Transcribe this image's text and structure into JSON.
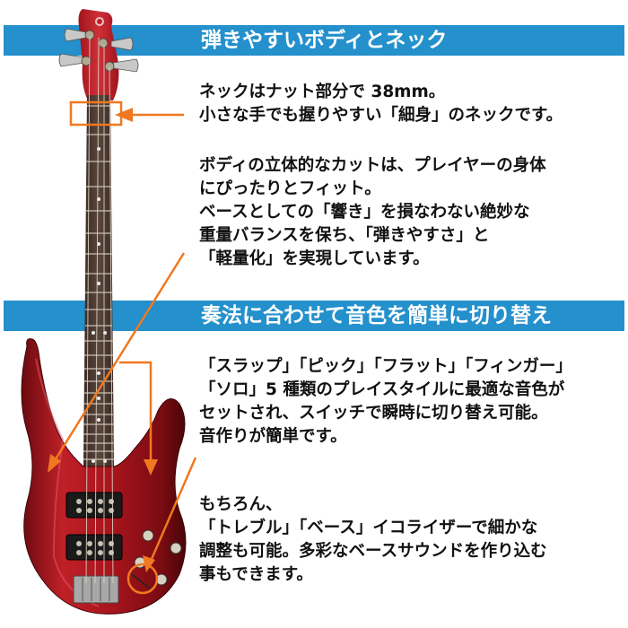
{
  "sections": [
    {
      "heading": "弾きやすいボディとネック",
      "paragraphs": [
        {
          "lines": [
            "ネックはナット部分で 38mm。",
            "小さな手でも握りやすい「細身」のネックです。"
          ]
        },
        {
          "lines": [
            "ボディの立体的なカットは、プレイヤーの身体",
            "にぴったりとフィット。",
            "ベースとしての「響き」を損なわない絶妙な",
            "重量バランスを保ち、「弾きやすさ」と",
            "「軽量化」を実現しています。"
          ]
        }
      ]
    },
    {
      "heading": "奏法に合わせて音色を簡単に切り替え",
      "paragraphs": [
        {
          "lines": [
            "「スラップ」「ピック」「フラット」「フィンガー」",
            "「ソロ」5 種類のプレイスタイルに最適な音色が",
            "セットされ、スイッチで瞬時に切り替え可能。",
            "音作りが簡単です。"
          ]
        },
        {
          "lines": [
            "もちろん、",
            "「トレブル」「ベース」イコライザーで細かな",
            "調整も可能。多彩なベースサウンドを作り込む",
            "事もできます。"
          ]
        }
      ]
    }
  ],
  "image": {
    "subject": "red 4-string electric bass guitar",
    "annotations": [
      "nut-width-box",
      "body-contour-arrows",
      "switch-circle"
    ]
  },
  "colors": {
    "banner": "#2490cc",
    "accent_orange": "#f07820",
    "body_red": "#a8141c",
    "text": "#111111"
  }
}
